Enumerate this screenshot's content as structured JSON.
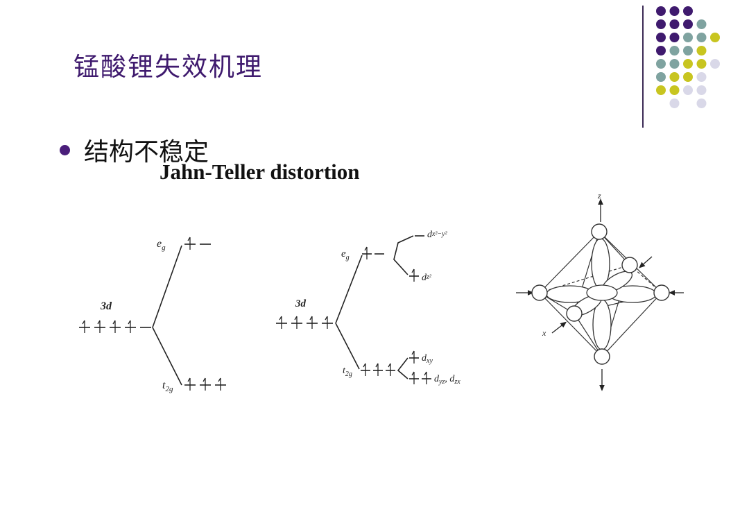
{
  "slide": {
    "title": "锰酸锂失效机理",
    "bullet": "结构不稳定",
    "subtitle": "Jahn-Teller distortion"
  },
  "colors": {
    "title": "#3f1a6e",
    "dot_palette": [
      "#3f1a6e",
      "#7fa3a0",
      "#c8c520",
      "#d9d8e8"
    ]
  },
  "diagram_left": {
    "label_3d": "3d",
    "label_eg": "e",
    "label_eg_sub": "g",
    "label_t2g": "t",
    "label_t2g_sub": "2g"
  },
  "diagram_mid": {
    "label_3d": "3d",
    "label_eg": "e",
    "label_eg_sub": "g",
    "label_t2g": "t",
    "label_t2g_sub": "2g",
    "label_dx2y2": "d",
    "label_dx2y2_sub": "x²−y²",
    "label_dz2": "d",
    "label_dz2_sub": "z²",
    "label_dxy": "d",
    "label_dxy_sub": "xy",
    "label_dyz": "d",
    "label_dyz_sub": "yz",
    "label_sep": ", ",
    "label_dzx": "d",
    "label_dzx_sub": "zx"
  },
  "diagram_right": {
    "axis_z": "z",
    "axis_x": "x"
  }
}
